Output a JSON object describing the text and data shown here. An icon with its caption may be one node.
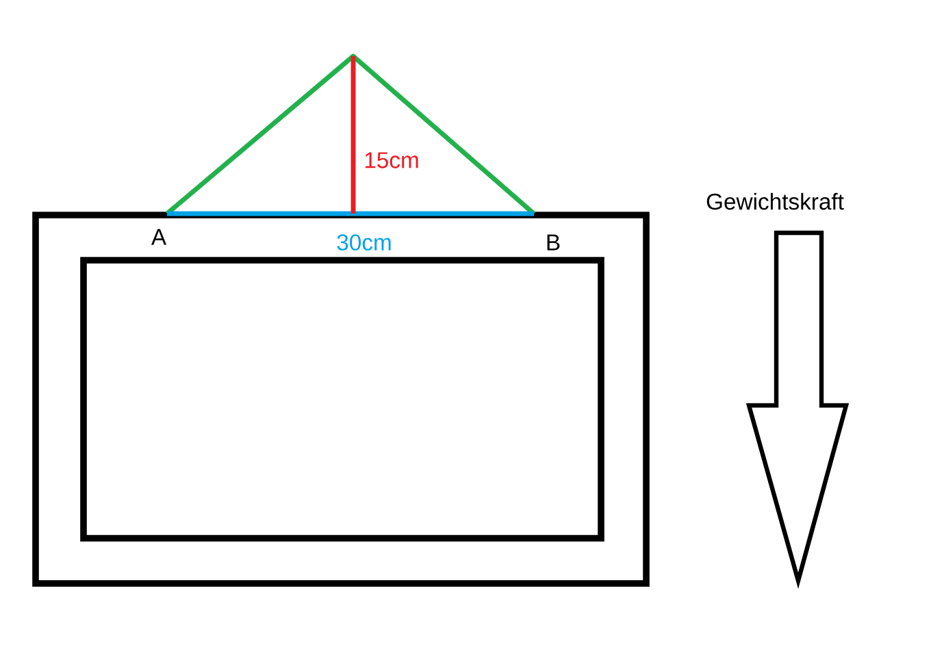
{
  "diagram": {
    "labels": [
      "15cm",
      "Gewichtskraft",
      "A",
      "30cm",
      "B"
    ]
  }
}
